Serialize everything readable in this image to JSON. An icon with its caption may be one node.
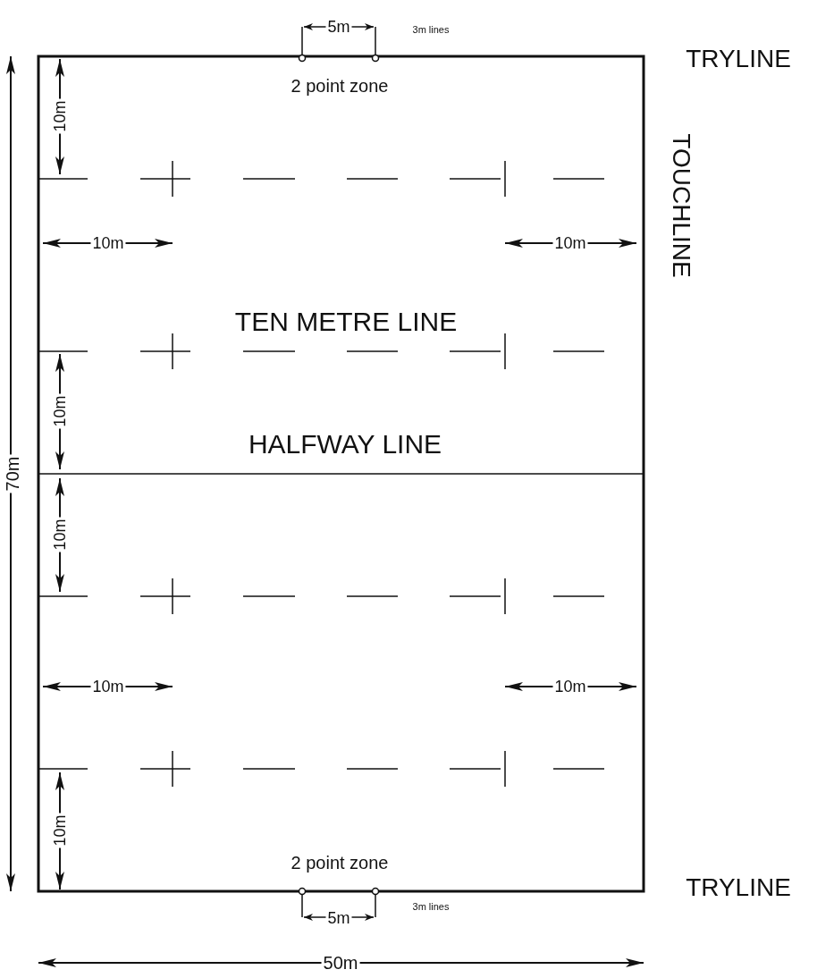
{
  "diagram": {
    "labels": [
      "5m",
      "3m lines",
      "TRYLINE",
      "2 point zone",
      "10m",
      "TOUCHLINE",
      "10m",
      "10m",
      "TEN METRE LINE",
      "10m",
      "HALFWAY LINE",
      "70m",
      "10m",
      "10m",
      "10m",
      "10m",
      "2 point zone",
      "TRYLINE",
      "3m lines",
      "5m",
      "50m"
    ]
  }
}
